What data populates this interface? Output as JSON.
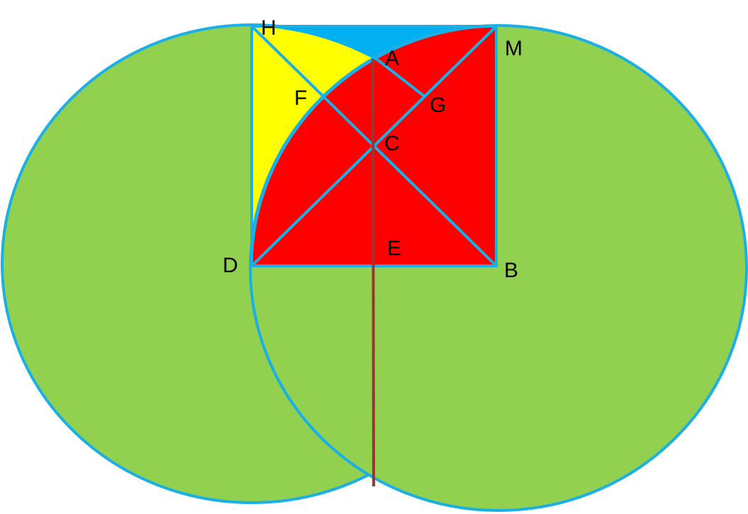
{
  "labels": {
    "H": "H",
    "A": "A",
    "M": "M",
    "F": "F",
    "G": "G",
    "C": "C",
    "E": "E",
    "D": "D",
    "B": "B"
  },
  "colors": {
    "circle_fill": "#92d050",
    "outline": "#1ab0e6",
    "square_fill": "#ff0000",
    "yellow_fill": "#ffff00",
    "blue_fill": "#00b0f0",
    "vertical_line": "#953734",
    "label": "#000000"
  }
}
